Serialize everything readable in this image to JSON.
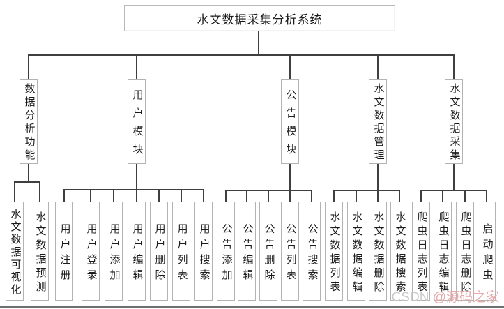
{
  "diagram": {
    "root": "水文数据采集分析系统",
    "branches": [
      {
        "label": "数据分析功能",
        "children": [
          "水文数据可视化",
          "水文数据预测"
        ]
      },
      {
        "label": "用户模块",
        "children": [
          "用户注册",
          "用户登录",
          "用户添加",
          "用户编辑",
          "用户删除",
          "用户列表",
          "用户搜索"
        ]
      },
      {
        "label": "公告模块",
        "children": [
          "公告添加",
          "公告编辑",
          "公告删除",
          "公告列表",
          "公告搜索"
        ]
      },
      {
        "label": "水文数据管理",
        "children": [
          "水文数据列表",
          "水文数据编辑",
          "水文数据删除",
          "水文数据搜索"
        ]
      },
      {
        "label": "水文数据采集",
        "children": [
          "爬虫日志列表",
          "爬虫日志编辑",
          "爬虫日志删除",
          "启动爬虫"
        ]
      }
    ]
  },
  "watermark": {
    "brand": "CSDN ",
    "handle": "@源码之家"
  },
  "colors": {
    "connector": "#3f3f3f",
    "box_border": "#b3b3b3",
    "text": "#1b1b1b",
    "watermark_brand": "#cbcbcb",
    "watermark_handle": "#e5a9a9"
  }
}
